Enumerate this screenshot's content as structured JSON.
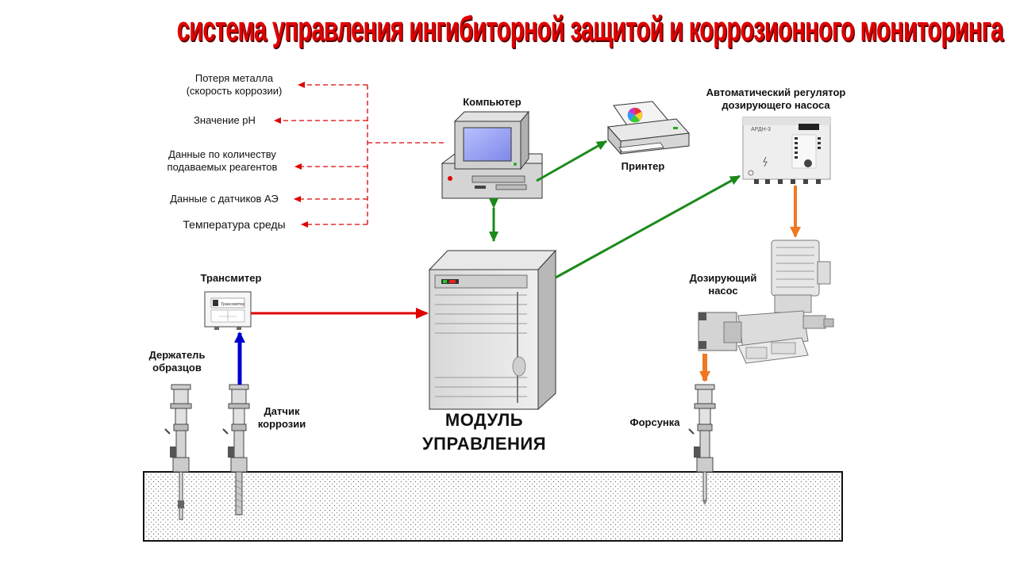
{
  "title": "система  управления ингибиторной защитой и коррозионного мониторинга",
  "parameters": [
    "Потеря металла\n(скорость коррозии)",
    "Значение pH",
    "Данные по количеству\nподаваемых реагентов",
    "Данные с датчиков АЭ",
    "Температура среды"
  ],
  "labels": {
    "computer": "Компьютер",
    "printer": "Принтер",
    "regulator": "Автоматический регулятор\nдозирующего насоса",
    "regulator_panel": "АРДН-3",
    "transmitter": "Трансмитер",
    "transmitter_panel": "Трансмитер",
    "control_module": "МОДУЛЬ\nУПРАВЛЕНИЯ",
    "dosing_pump": "Дозирующий\nнасос",
    "sample_holder": "Держатель\nобразцов",
    "corrosion_sensor": "Датчик\nкоррозии",
    "nozzle": "Форсунка"
  },
  "colors": {
    "title": "#e00000",
    "data_link": "#e00000",
    "signal_red": "#e00000",
    "signal_blue": "#0000cc",
    "link_green": "#1a8a1a",
    "pump_orange": "#f07820"
  }
}
